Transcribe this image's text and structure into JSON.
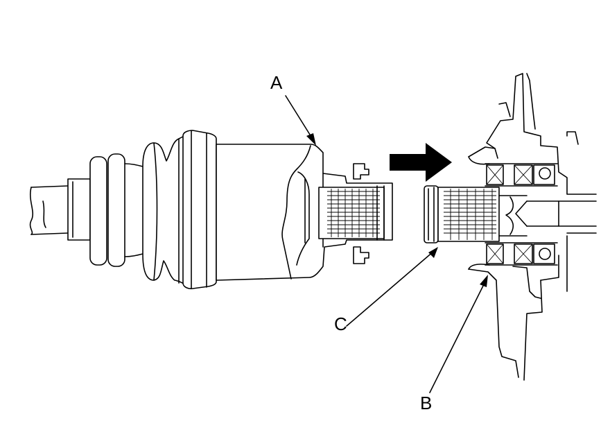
{
  "callouts": {
    "a": {
      "label": "A"
    },
    "b": {
      "label": "B"
    },
    "c": {
      "label": "C"
    }
  },
  "colors": {
    "line": "#000000",
    "background": "#ffffff"
  },
  "icons": {
    "direction_arrow": "arrow-right-icon"
  }
}
